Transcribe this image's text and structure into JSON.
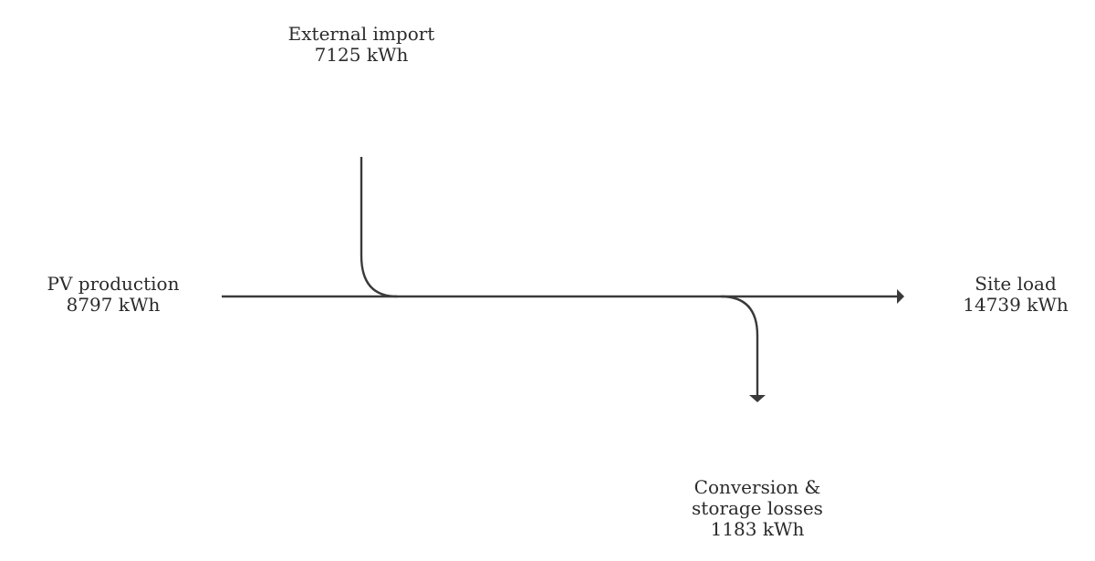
{
  "flows": {
    "import": {
      "label": "External import",
      "value": "7125 kWh"
    },
    "pv": {
      "label": "PV production",
      "value": "8797 kWh"
    },
    "site": {
      "label": "Site load",
      "value": "14739 kWh"
    },
    "losses": {
      "label_line1": "Conversion &",
      "label_line2": "storage losses",
      "value": "1183 kWh"
    }
  },
  "line_color": "#3a3a3a"
}
